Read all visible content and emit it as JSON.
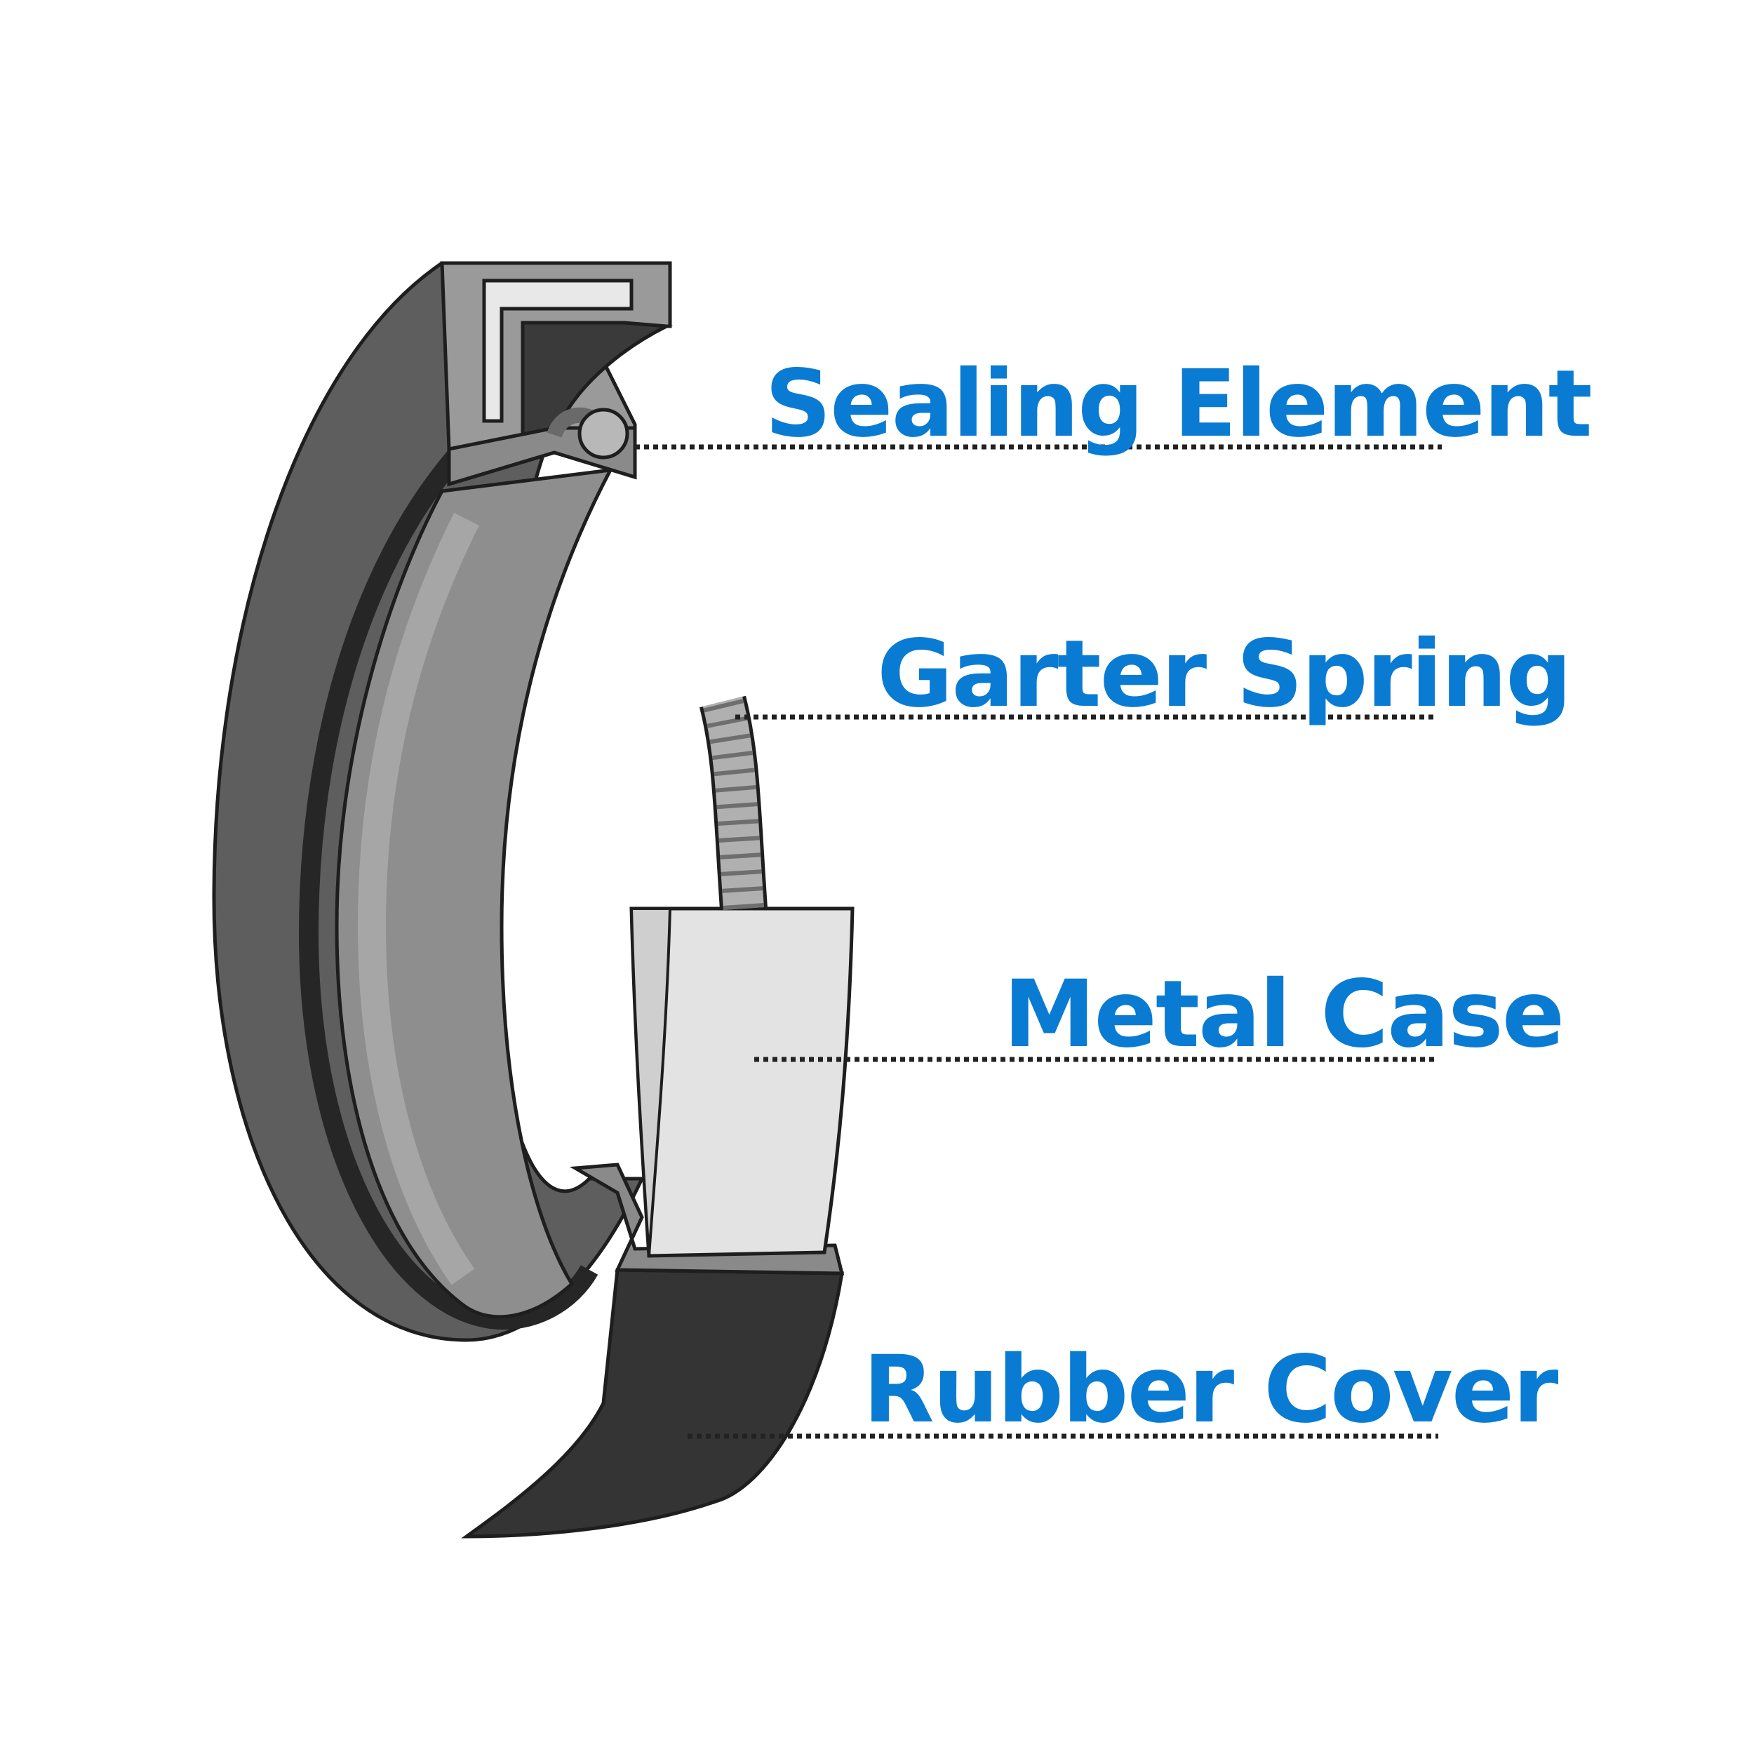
{
  "labels": {
    "sealing_element": "Sealing Element",
    "garter_spring": "Garter Spring",
    "metal_case": "Metal Case",
    "rubber_cover": "Rubber Cover"
  },
  "colors": {
    "label": "#0a7bd2",
    "leader_line": "#222222",
    "rubber_face": "#5e5e5e",
    "rubber_side": "#343434",
    "inner_lip": "#8e8e8e",
    "metal_case": "#e3e3e3",
    "outline": "#1e1e1e",
    "background": "#ffffff"
  }
}
